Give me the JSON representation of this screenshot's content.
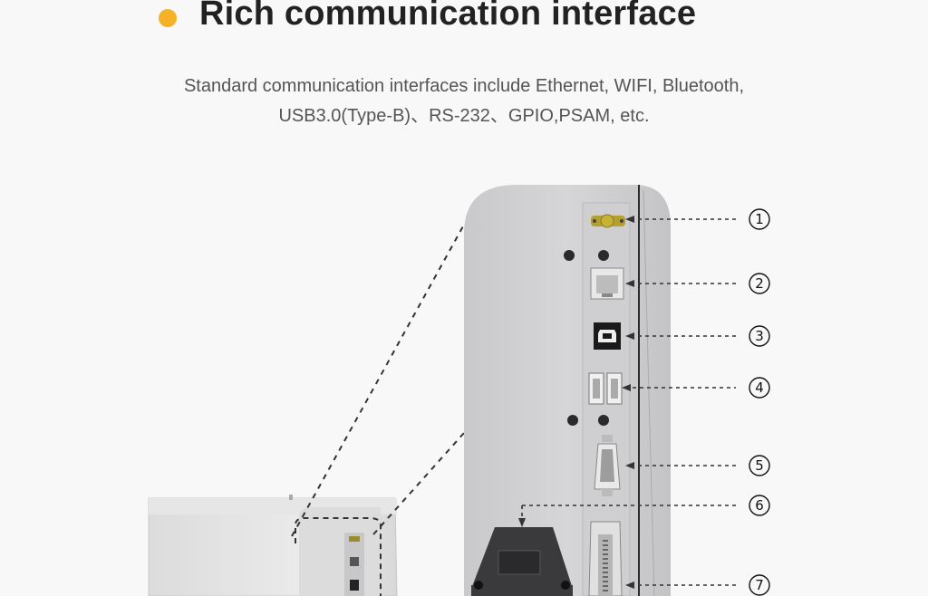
{
  "header": {
    "title": "Rich communication interface",
    "subtitle_line1": "Standard communication interfaces include Ethernet, WIFI, Bluetooth,",
    "subtitle_line2": "USB3.0(Type-B)、RS-232、GPIO,PSAM, etc."
  },
  "callouts": [
    "1",
    "2",
    "3",
    "4",
    "5",
    "6",
    "7"
  ],
  "colors": {
    "accent": "#f5b227",
    "printer_body": "#d2d2d4",
    "background": "#f8f8f8",
    "dotted_line": "#333333"
  },
  "icons": [
    "antenna-connector-icon",
    "ethernet-port-icon",
    "usb-b-port-icon",
    "usb-a-port-icon",
    "serial-port-icon",
    "psam-slot-icon",
    "parallel-port-icon"
  ]
}
